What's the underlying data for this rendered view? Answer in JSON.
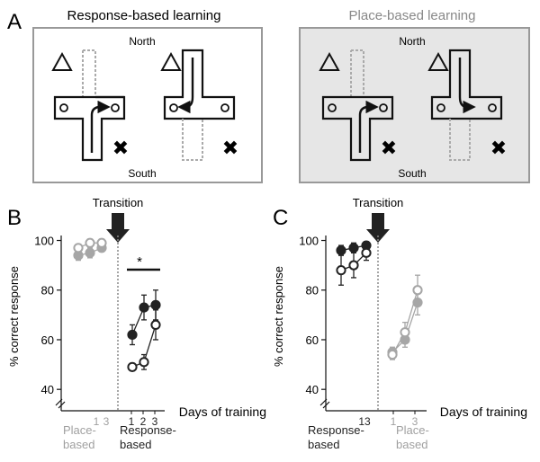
{
  "panel_a": {
    "letter": "A",
    "left_box": {
      "title": "Response-based learning",
      "north": "North",
      "south": "South"
    },
    "right_box": {
      "title": "Place-based learning",
      "north": "North",
      "south": "South"
    }
  },
  "chart_data": [
    {
      "panel": "B",
      "type": "scatter",
      "title": "",
      "transition_label": "Transition",
      "ylabel": "% correct response",
      "xlabel": "Days of training",
      "ylim": [
        35,
        102
      ],
      "yticks": [
        40,
        60,
        80,
        100
      ],
      "grid": false,
      "left_segment": {
        "tick_labels": [
          "1",
          "3"
        ],
        "phase_label": "Place-based",
        "phase_color": "#a0a0a0"
      },
      "right_segment": {
        "tick_labels": [
          "1",
          "2",
          "3"
        ],
        "phase_label": "Response-based",
        "phase_color": "#222222"
      },
      "significance": "*",
      "series": [
        {
          "segment": "left",
          "filled": true,
          "color": "#a6a6a6",
          "x": [
            11,
            12,
            13
          ],
          "y": [
            94,
            95,
            97
          ],
          "err": [
            2,
            2,
            1.5
          ]
        },
        {
          "segment": "left",
          "filled": false,
          "color": "#a6a6a6",
          "x": [
            11,
            12,
            13
          ],
          "y": [
            97,
            99,
            99
          ],
          "err": [
            1.5,
            1,
            1
          ]
        },
        {
          "segment": "right",
          "filled": true,
          "color": "#222222",
          "x": [
            1,
            2,
            3
          ],
          "y": [
            62,
            73,
            74
          ],
          "err": [
            4,
            5,
            6
          ]
        },
        {
          "segment": "right",
          "filled": false,
          "color": "#222222",
          "x": [
            1,
            2,
            3
          ],
          "y": [
            49,
            51,
            66
          ],
          "err": [
            1.5,
            3,
            6
          ]
        }
      ]
    },
    {
      "panel": "C",
      "type": "scatter",
      "title": "",
      "transition_label": "Transition",
      "ylabel": "% correct response",
      "xlabel": "Days of training",
      "ylim": [
        35,
        102
      ],
      "yticks": [
        40,
        60,
        80,
        100
      ],
      "grid": false,
      "left_segment": {
        "tick_labels": [
          "13"
        ],
        "phase_label": "Response-based",
        "phase_color": "#222222"
      },
      "right_segment": {
        "tick_labels": [
          "1",
          "3"
        ],
        "phase_label": "Place-based",
        "phase_color": "#a0a0a0"
      },
      "significance": "",
      "series": [
        {
          "segment": "left",
          "filled": true,
          "color": "#222222",
          "x": [
            11,
            12,
            13
          ],
          "y": [
            96,
            97,
            98
          ],
          "err": [
            2,
            2,
            1.5
          ]
        },
        {
          "segment": "left",
          "filled": false,
          "color": "#222222",
          "x": [
            11,
            12,
            13
          ],
          "y": [
            88,
            90,
            95
          ],
          "err": [
            6,
            5,
            3
          ]
        },
        {
          "segment": "right",
          "filled": true,
          "color": "#a6a6a6",
          "x": [
            1,
            2,
            3
          ],
          "y": [
            55,
            60,
            75
          ],
          "err": [
            2,
            3,
            5
          ]
        },
        {
          "segment": "right",
          "filled": false,
          "color": "#a6a6a6",
          "x": [
            1,
            2,
            3
          ],
          "y": [
            54,
            63,
            80
          ],
          "err": [
            2,
            4,
            6
          ]
        }
      ]
    }
  ]
}
